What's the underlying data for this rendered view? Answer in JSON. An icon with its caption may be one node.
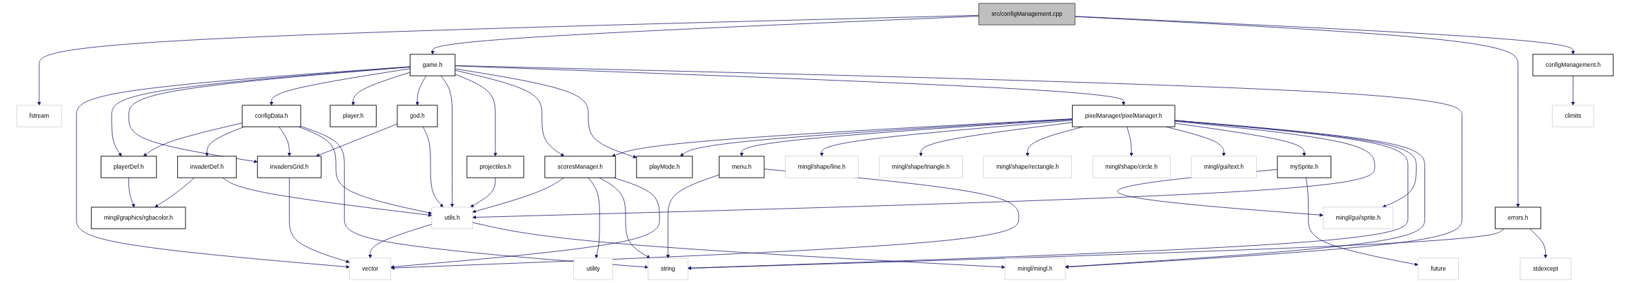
{
  "diagram": {
    "nodes": [
      {
        "text": [
          "src/configManagement.cpp"
        ]
      },
      {
        "text": [
          "fstream"
        ]
      },
      {
        "text": [
          "game.h"
        ]
      },
      {
        "text": [
          "errors.h"
        ]
      },
      {
        "text": [
          "configManagement.h"
        ]
      },
      {
        "text": [
          "configData.h"
        ]
      },
      {
        "text": [
          "player.h"
        ]
      },
      {
        "text": [
          "god.h"
        ]
      },
      {
        "text": [
          "projectiles.h"
        ]
      },
      {
        "text": [
          "pixelManager/pixelManager.h"
        ]
      },
      {
        "text": [
          "stdexcept"
        ]
      },
      {
        "text": [
          "climits"
        ]
      },
      {
        "text": [
          "playerDef.h"
        ]
      },
      {
        "text": [
          "invaderDef.h"
        ]
      },
      {
        "text": [
          "invadersGrid.h"
        ]
      },
      {
        "text": [
          "scoresManager.h"
        ]
      },
      {
        "text": [
          "playMode.h"
        ]
      },
      {
        "text": [
          "menu.h"
        ]
      },
      {
        "text": [
          "mingl/shape/line.h"
        ]
      },
      {
        "text": [
          "mingl/shape/triangle.h"
        ]
      },
      {
        "text": [
          "mingl/shape/rectangle.h"
        ]
      },
      {
        "text": [
          "mingl/shape/circle.h"
        ]
      },
      {
        "text": [
          "mingl/gui/text.h"
        ]
      },
      {
        "text": [
          "mySprite.h"
        ]
      },
      {
        "text": [
          "mingl/graphics/rgbacolor.h"
        ]
      },
      {
        "text": [
          "utils.h"
        ]
      },
      {
        "text": [
          "utility"
        ]
      },
      {
        "text": [
          "string"
        ]
      },
      {
        "text": [
          "mingl/gui/sprite.h"
        ]
      },
      {
        "text": [
          "future"
        ]
      },
      {
        "text": [
          "vector"
        ]
      },
      {
        "text": [
          "mingl/mingl.h"
        ]
      }
    ],
    "edges": [
      {
        "from": 0,
        "to": 1,
        "arrow": "to"
      },
      {
        "from": 0,
        "to": 2,
        "arrow": "to"
      },
      {
        "from": 0,
        "to": 3,
        "arrow": "to"
      },
      {
        "from": 0,
        "to": 4,
        "arrow": "to"
      },
      {
        "from": 2,
        "to": 30,
        "arrow": "to"
      },
      {
        "from": 2,
        "to": 12,
        "arrow": "to"
      },
      {
        "from": 2,
        "to": 14,
        "arrow": "to"
      },
      {
        "from": 2,
        "to": 5,
        "arrow": "to"
      },
      {
        "from": 2,
        "to": 6,
        "arrow": "to"
      },
      {
        "from": 2,
        "to": 7,
        "arrow": "to"
      },
      {
        "from": 2,
        "to": 25,
        "arrow": "to"
      },
      {
        "from": 2,
        "to": 8,
        "arrow": "to"
      },
      {
        "from": 2,
        "to": 15,
        "arrow": "to"
      },
      {
        "from": 2,
        "to": 16,
        "arrow": "to"
      },
      {
        "from": 2,
        "to": 9,
        "arrow": "to"
      },
      {
        "from": 2,
        "to": 31,
        "arrow": "to"
      },
      {
        "from": 3,
        "to": 27,
        "arrow": "to"
      },
      {
        "from": 3,
        "to": 10,
        "arrow": "to"
      },
      {
        "from": 4,
        "to": 11,
        "arrow": "to"
      },
      {
        "from": 5,
        "to": 12,
        "arrow": "to"
      },
      {
        "from": 5,
        "to": 13,
        "arrow": "to"
      },
      {
        "from": 5,
        "to": 14,
        "arrow": "to"
      },
      {
        "from": 5,
        "to": 25,
        "arrow": "to"
      },
      {
        "from": 5,
        "to": 27,
        "arrow": "to"
      },
      {
        "from": 7,
        "to": 14,
        "arrow": "to"
      },
      {
        "from": 7,
        "to": 25,
        "arrow": "to"
      },
      {
        "from": 8,
        "to": 25,
        "arrow": "to"
      },
      {
        "from": 9,
        "to": 15,
        "arrow": "to"
      },
      {
        "from": 9,
        "to": 16,
        "arrow": "to"
      },
      {
        "from": 9,
        "to": 17,
        "arrow": "to"
      },
      {
        "from": 9,
        "to": 18,
        "arrow": "to"
      },
      {
        "from": 9,
        "to": 19,
        "arrow": "to"
      },
      {
        "from": 9,
        "to": 20,
        "arrow": "to"
      },
      {
        "from": 9,
        "to": 21,
        "arrow": "to"
      },
      {
        "from": 9,
        "to": 22,
        "arrow": "to"
      },
      {
        "from": 9,
        "to": 23,
        "arrow": "to"
      },
      {
        "from": 9,
        "to": 25,
        "arrow": "to"
      },
      {
        "from": 9,
        "to": 27,
        "arrow": "to"
      },
      {
        "from": 9,
        "to": 28,
        "arrow": "to"
      },
      {
        "from": 9,
        "to": 31,
        "arrow": "to"
      },
      {
        "from": 12,
        "to": 24,
        "arrow": "to"
      },
      {
        "from": 13,
        "to": 24,
        "arrow": "to"
      },
      {
        "from": 13,
        "to": 25,
        "arrow": "to"
      },
      {
        "from": 14,
        "to": 30,
        "arrow": "to"
      },
      {
        "from": 15,
        "to": 25,
        "arrow": "to"
      },
      {
        "from": 15,
        "to": 26,
        "arrow": "to"
      },
      {
        "from": 15,
        "to": 27,
        "arrow": "to"
      },
      {
        "from": 15,
        "to": 30,
        "arrow": "to"
      },
      {
        "from": 17,
        "to": 27,
        "arrow": "to"
      },
      {
        "from": 17,
        "to": 30,
        "arrow": "to"
      },
      {
        "from": 23,
        "to": 28,
        "arrow": "to"
      },
      {
        "from": 23,
        "to": 29,
        "arrow": "to"
      },
      {
        "from": 25,
        "to": 30,
        "arrow": "to"
      },
      {
        "from": 25,
        "to": 31,
        "arrow": "to"
      }
    ]
  }
}
